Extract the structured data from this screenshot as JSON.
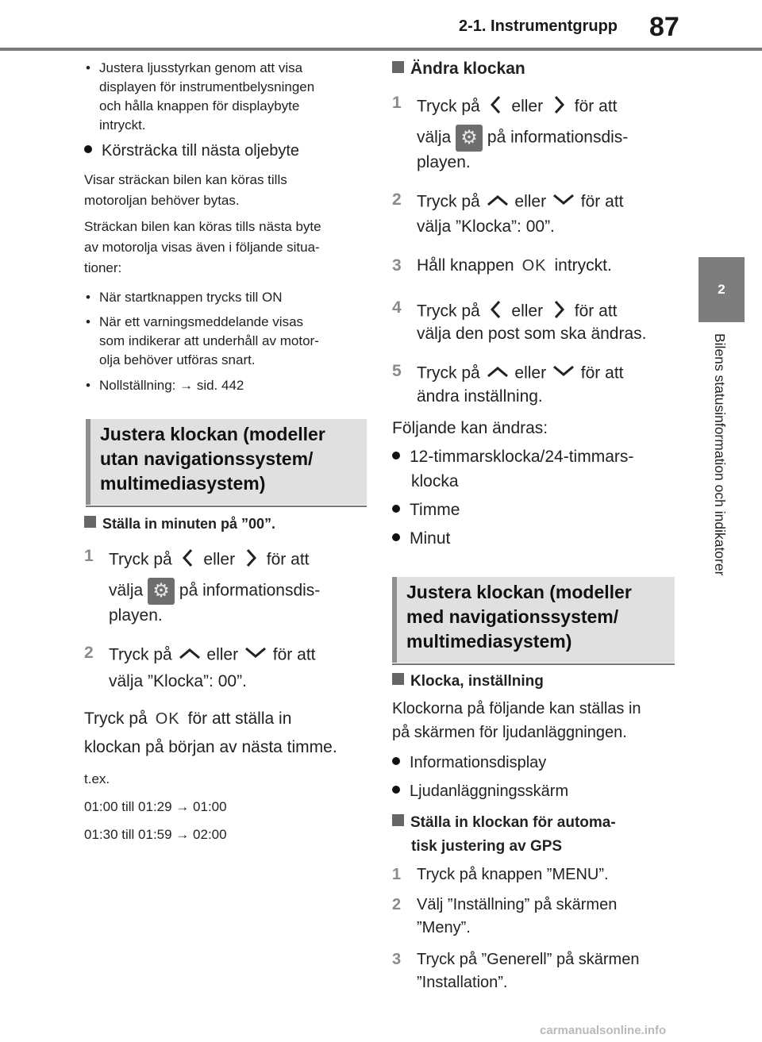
{
  "header": {
    "section": "2-1. Instrumentgrupp",
    "page": "87"
  },
  "tab": {
    "number": "2",
    "label": "Bilens statusinformation och indikatorer"
  },
  "left": {
    "bullet_top": [
      "Justera ljusstyrkan genom att visa",
      "displayen för instrumentbelysningen",
      "och hålla knappen för displaybyte",
      "intryckt."
    ],
    "heading_oil": "Körsträcka till nästa oljebyte",
    "p1": [
      "Visar sträckan bilen kan köras tills",
      "motoroljan behöver bytas."
    ],
    "p2": [
      "Sträckan bilen kan köras tills nästa byte",
      "av motorolja visas även i följande situa-",
      "tioner:"
    ],
    "li1": "När startknappen trycks till ON",
    "li2": [
      "När ett varningsmeddelande visas",
      "som indikerar att underhåll av motor-",
      "olja behöver utföras snart."
    ],
    "li3": "Nollställning: → sid. 442",
    "box1": [
      "Justera klockan (modeller",
      "utan navigationssystem/",
      "multimediasystem)"
    ],
    "sub1": "Ställa in minuten på ”00”.",
    "s1": {
      "n": "1",
      "a": "Tryck på",
      "b": "eller",
      "c": "för att",
      "d": "välja",
      "e": "på informationsdis-",
      "f": "playen."
    },
    "s2": {
      "n": "2",
      "a": "Tryck på",
      "b": "eller",
      "c": "för att",
      "d": "välja ”Klocka”: 00”."
    },
    "ok_p": {
      "a": "Tryck på",
      "ok": "OK",
      "b": "för att ställa in",
      "c": "klockan på början av nästa timme."
    },
    "ex": [
      "t.ex.",
      "01:00 till 01:29 → 01:00",
      "01:30 till 01:59 → 02:00"
    ]
  },
  "right": {
    "sub1": "Ändra klockan",
    "s1": {
      "n": "1",
      "a": "Tryck på",
      "b": "eller",
      "c": "för att",
      "d": "välja",
      "e": "på informationsdis-",
      "f": "playen."
    },
    "s2": {
      "n": "2",
      "a": "Tryck på",
      "b": "eller",
      "c": "för att",
      "d": "välja ”Klocka”: 00”."
    },
    "s3": {
      "n": "3",
      "a": "Håll knappen",
      "ok": "OK",
      "b": "intryckt."
    },
    "s4": {
      "n": "4",
      "a": "Tryck på",
      "b": "eller",
      "c": "för att",
      "d": "välja den post som ska ändras."
    },
    "s5": {
      "n": "5",
      "a": "Tryck på",
      "b": "eller",
      "c": "för att",
      "d": "ändra inställning."
    },
    "changes": "Följande kan ändras:",
    "c1": [
      "12-timmarsklocka/24-timmars-",
      "klocka"
    ],
    "c2": "Timme",
    "c3": "Minut",
    "box2": [
      "Justera klockan (modeller",
      "med navigationssystem/",
      "multimediasystem)"
    ],
    "sub2": "Klocka, inställning",
    "p": [
      "Klockorna på följande kan ställas in",
      "på skärmen för ljudanläggningen."
    ],
    "b1": "Informationsdisplay",
    "b2": "Ljudanläggningsskärm",
    "sub3": [
      "Ställa in klockan för automa-",
      "tisk justering av GPS"
    ],
    "g1": {
      "n": "1",
      "t": "Tryck på knappen ”MENU”."
    },
    "g2": {
      "n": "2",
      "t": [
        "Välj ”Inställning” på skärmen",
        "”Meny”."
      ]
    },
    "g3": {
      "n": "3",
      "t": [
        "Tryck på ”Generell” på skärmen",
        "”Installation”."
      ]
    }
  },
  "footer": "carmanualsonline.info"
}
